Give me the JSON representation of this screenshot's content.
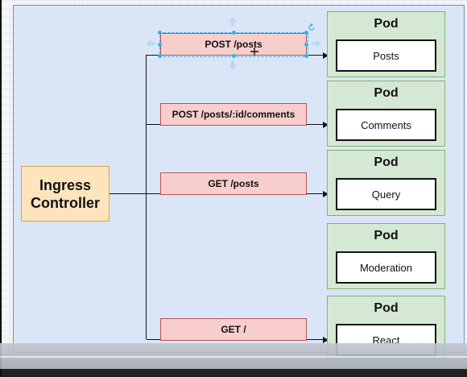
{
  "ingress": {
    "label_line1": "Ingress",
    "label_line2": "Controller"
  },
  "routes": [
    {
      "path": "POST /posts"
    },
    {
      "path": "POST /posts/:id/comments"
    },
    {
      "path": "GET /posts"
    },
    {
      "path": "GET /"
    }
  ],
  "pods": [
    {
      "title": "Pod",
      "service": "Posts"
    },
    {
      "title": "Pod",
      "service": "Comments"
    },
    {
      "title": "Pod",
      "service": "Query"
    },
    {
      "title": "Pod",
      "service": "Moderation"
    },
    {
      "title": "Pod",
      "service": "React"
    }
  ],
  "colors": {
    "frame_fill": "#dae6f8",
    "ingress_fill": "#fde4bd",
    "route_fill": "#f8cecc",
    "pod_fill": "#d5e8d4",
    "selection": "#29b6f2"
  }
}
